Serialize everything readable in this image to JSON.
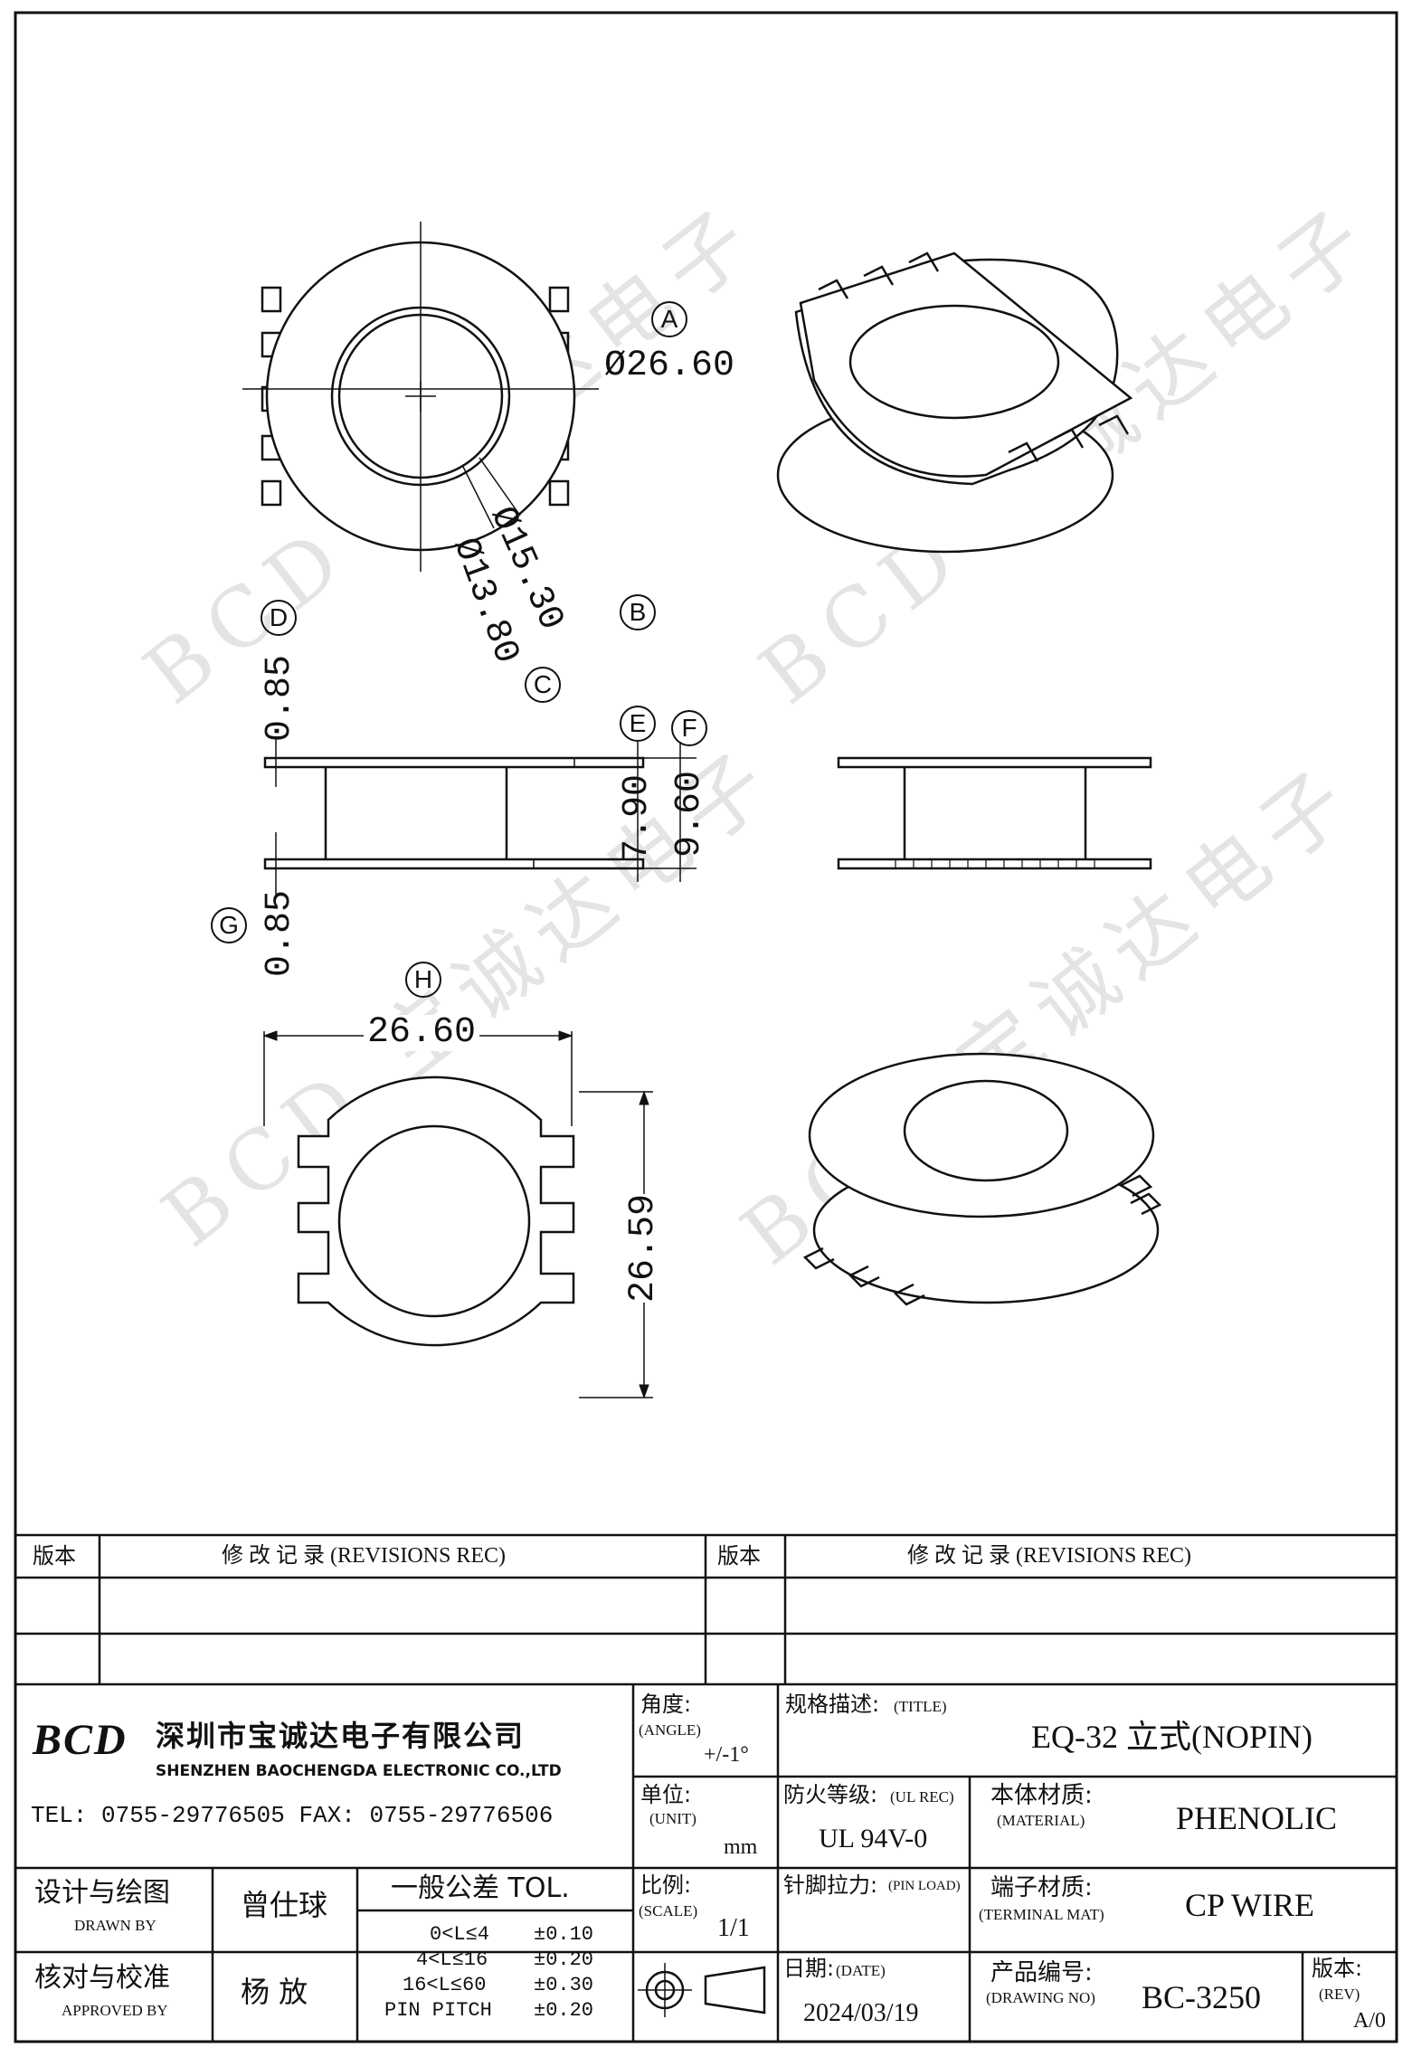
{
  "watermark": "BCD 宝诚达电子",
  "callouts": {
    "A": "A",
    "B": "B",
    "C": "C",
    "D": "D",
    "E": "E",
    "F": "F",
    "G": "G",
    "H": "H"
  },
  "dims": {
    "dia_outer": "Ø26.60",
    "dia_b": "Ø15.30",
    "dia_c": "Ø13.80",
    "flange_top": "0.85",
    "flange_bottom": "0.85",
    "inner_height": "7.90",
    "total_height": "9.60",
    "width": "26.60",
    "depth": "26.59"
  },
  "title_block": {
    "rev_header_left": "版本",
    "rev_title_left": "修  改  记  录  (REVISIONS REC)",
    "rev_header_right": "版本",
    "rev_title_right": "修  改  记  录  (REVISIONS REC)",
    "logo_text": "BCD",
    "company_cn": "深圳市宝诚达电子有限公司",
    "company_en": "SHENZHEN BAOCHENGDA ELECTRONIC CO.,LTD",
    "tel": "TEL: 0755-29776505  FAX: 0755-29776506",
    "angle_label": "角度:",
    "angle_label_en": "(ANGLE)",
    "angle_value": "+/-1°",
    "title_label": "规格描述:",
    "title_label_en": "(TITLE)",
    "title_value": "EQ-32 立式(NOPIN)",
    "unit_label": "单位:",
    "unit_label_en": "(UNIT)",
    "unit_value": "mm",
    "ul_label": "防火等级:",
    "ul_label_en": "(UL REC)",
    "ul_value": "UL 94V-0",
    "material_label": "本体材质:",
    "material_label_en": "(MATERIAL)",
    "material_value": "PHENOLIC",
    "design_label": "设计与绘图",
    "design_label_en": "DRAWN BY",
    "designer": "曾仕球",
    "tol_title": "一般公差 TOL.",
    "tol_rows": [
      {
        "range": "0<L≤4",
        "value": "±0.10"
      },
      {
        "range": "4<L≤16",
        "value": "±0.20"
      },
      {
        "range": "16<L≤60",
        "value": "±0.30"
      },
      {
        "range": "PIN PITCH",
        "value": "±0.20"
      }
    ],
    "scale_label": "比例:",
    "scale_label_en": "(SCALE)",
    "scale_value": "1/1",
    "pinload_label": "针脚拉力:",
    "pinload_label_en": "(PIN LOAD)",
    "terminal_label": "端子材质:",
    "terminal_label_en": "(TERMINAL MAT)",
    "terminal_value": "CP WIRE",
    "approve_label": "核对与校准",
    "approve_label_en": "APPROVED BY",
    "approver": "杨  放",
    "date_label": "日期:",
    "date_label_en": "(DATE)",
    "date_value": "2024/03/19",
    "drawing_no_label": "产品编号:",
    "drawing_no_label_en": "(DRAWING NO)",
    "drawing_no_value": "BC-3250",
    "rev_label": "版本:",
    "rev_label_en": "(REV)",
    "rev_value": "A/0"
  }
}
